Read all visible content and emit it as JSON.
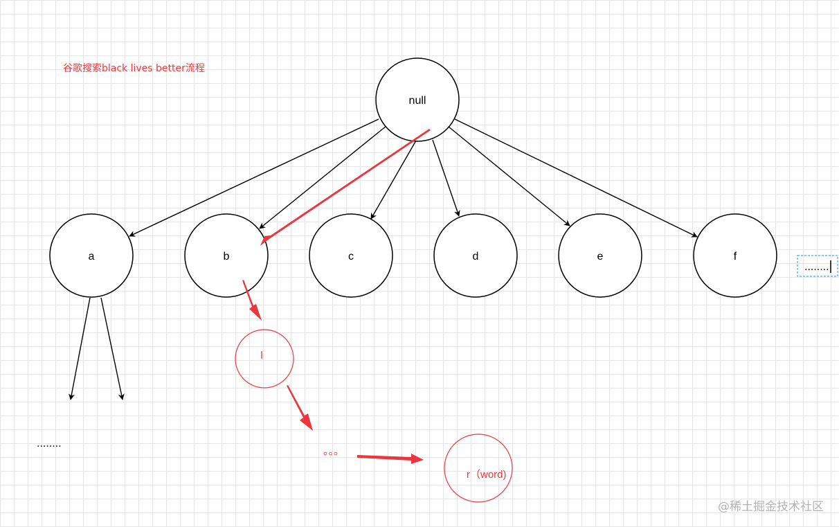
{
  "title": "谷歌搜索black lives better流程",
  "root": {
    "label": "null"
  },
  "children": [
    {
      "label": "a"
    },
    {
      "label": "b"
    },
    {
      "label": "c"
    },
    {
      "label": "d"
    },
    {
      "label": "e"
    },
    {
      "label": "f"
    }
  ],
  "more_children": "........",
  "below_a": "........",
  "path": {
    "l_node": "l",
    "ellipsis": "。。。",
    "end_node": "r（word)"
  },
  "watermark": "@稀土掘金技术社区",
  "colors": {
    "path_red": "#e8383d",
    "black": "#000000",
    "selection_blue": "#3fa9f5"
  }
}
